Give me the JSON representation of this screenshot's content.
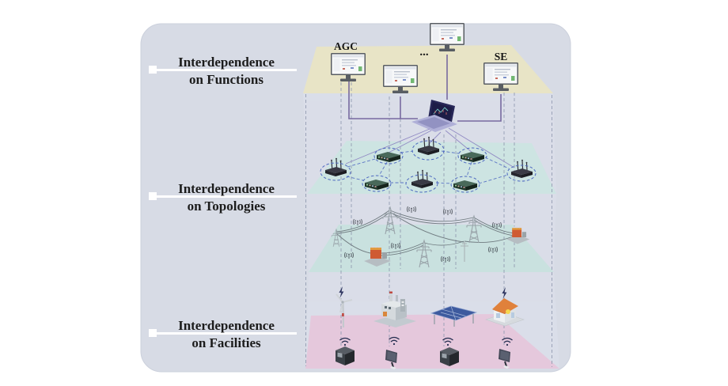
{
  "labels": [
    {
      "line1": "Interdependence",
      "line2": "on Functions"
    },
    {
      "line1": "Interdependence",
      "line2": "on Topologies"
    },
    {
      "line1": "Interdependence",
      "line2": "on Facilities"
    }
  ],
  "annotations": {
    "agc": "AGC",
    "ellipsis": "...",
    "se": "SE"
  },
  "icons": {
    "functions_layer": [
      "agc-workstation",
      "operator-workstation",
      "scada-workstation",
      "se-workstation",
      "control-laptop"
    ],
    "topology_layer": [
      "wifi-router",
      "network-switch",
      "node-cluster-ellipse"
    ],
    "grid_layer": [
      "transmission-tower",
      "power-line",
      "substation-transformer",
      "wireless-sensor"
    ],
    "facilities_layer": [
      "wind-turbine",
      "power-plant",
      "solar-panel-array",
      "smart-home",
      "wifi-signal",
      "smart-meter"
    ]
  },
  "colors": {
    "panel": "#d7dbe5",
    "panel_border": "#cbd0dc",
    "volume": "#dde0ec",
    "functions_plane": "#e8e4c6",
    "topology_plane": "#cde4e2",
    "grid_plane": "#c9e1df",
    "facilities_plane": "#e5c8dc",
    "link_purple": "#77699f",
    "fan_purple": "#928bc4",
    "dashed_blue": "#5b74c4",
    "dashed_gray": "#939cb2"
  }
}
